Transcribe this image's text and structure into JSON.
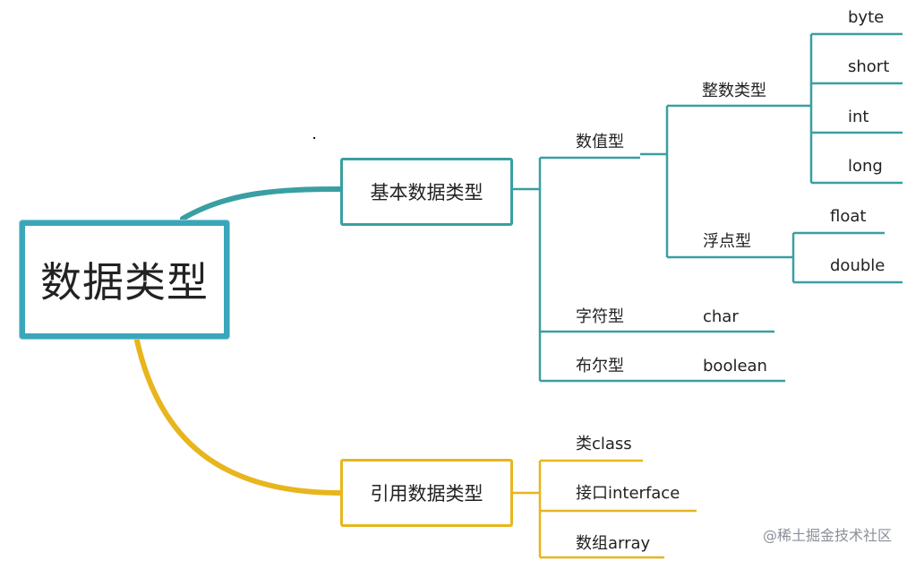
{
  "mindmap": {
    "root": "数据类型",
    "primitive": {
      "label": "基本数据类型",
      "numeric": {
        "label": "数值型",
        "integer": {
          "label": "整数类型",
          "types": [
            "byte",
            "short",
            "int",
            "long"
          ]
        },
        "floating": {
          "label": "浮点型",
          "types": [
            "float",
            "double"
          ]
        }
      },
      "character": {
        "label": "字符型",
        "type": "char"
      },
      "boolean": {
        "label": "布尔型",
        "type": "boolean"
      }
    },
    "reference": {
      "label": "引用数据类型",
      "items": [
        "类class",
        "接口interface",
        "数组array"
      ]
    }
  },
  "watermark": "@稀土掘金技术社区",
  "colors": {
    "root_border": "#3aa6ba",
    "primitive_branch": "#3a9fa2",
    "reference_branch": "#e8b51d"
  }
}
